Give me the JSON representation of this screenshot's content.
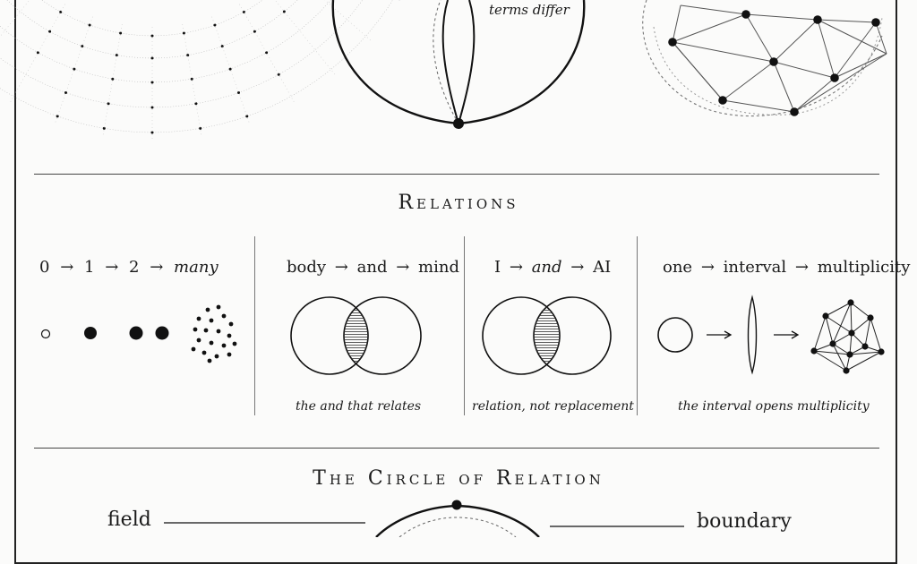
{
  "top": {
    "terms_label": "terms differ"
  },
  "relations": {
    "heading": "Relations",
    "panels": [
      {
        "label_parts": [
          "0",
          "→",
          "1",
          "→",
          "2",
          "→",
          "many"
        ],
        "caption": ""
      },
      {
        "label_parts": [
          "body",
          "→",
          "and",
          "→",
          "mind"
        ],
        "caption": "the and that relates"
      },
      {
        "label_parts": [
          "I",
          "→",
          "and",
          "→",
          "AI"
        ],
        "caption": "relation, not replacement"
      },
      {
        "label_parts": [
          "one",
          "→",
          "interval",
          "→",
          "multiplicity"
        ],
        "caption": "the interval opens multiplicity"
      }
    ]
  },
  "circle_of_relation": {
    "heading": "The Circle of Relation",
    "left_label": "field",
    "right_label": "boundary"
  }
}
